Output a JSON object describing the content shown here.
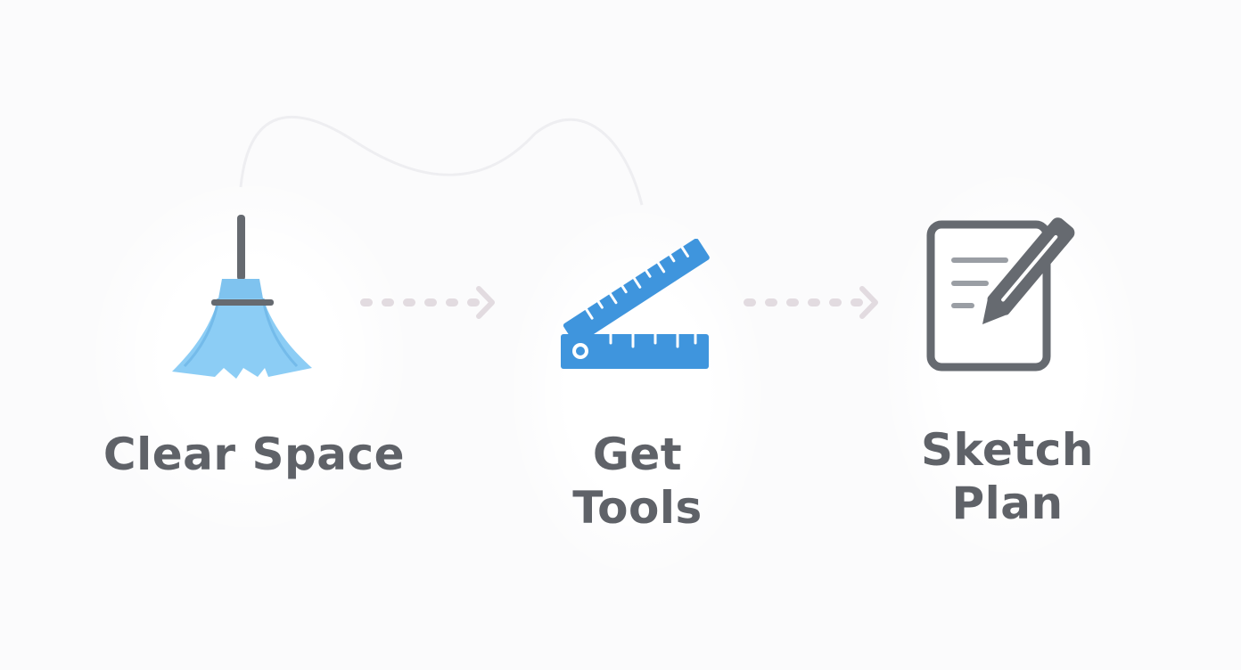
{
  "colors": {
    "background": "#fbfbfc",
    "text": "#5f6268",
    "broom_fill": "#8ccdf5",
    "ruler_blue": "#3f95dd",
    "sketch_gray": "#666a70",
    "arrow_dots": "#e2dbe0"
  },
  "steps": [
    {
      "icon": "broom-icon",
      "label_lines": [
        "Clear Space"
      ]
    },
    {
      "icon": "folding-ruler-icon",
      "label_lines": [
        "Get",
        "Tools"
      ]
    },
    {
      "icon": "document-pencil-icon",
      "label_lines": [
        "Sketch",
        "Plan"
      ]
    }
  ],
  "connectors": [
    {
      "from": "Clear Space",
      "to": "Get Tools",
      "style": "dotted-arrow"
    },
    {
      "from": "Get Tools",
      "to": "Sketch Plan",
      "style": "dotted-arrow"
    }
  ]
}
